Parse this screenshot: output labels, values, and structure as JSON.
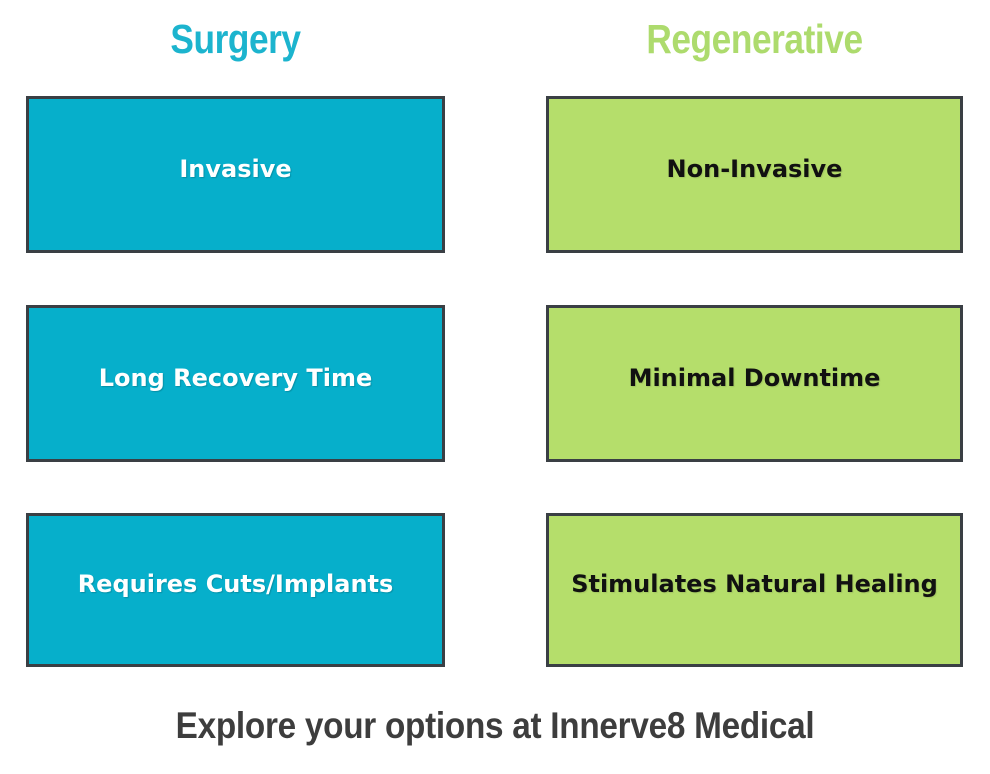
{
  "columns": {
    "left": {
      "title": "Surgery",
      "title_color": "#1CB4CE",
      "box_fill": "#06AFCB",
      "box_text_color": "#FFFFFF"
    },
    "right": {
      "title": "Regenerative",
      "title_color": "#ADDB6D",
      "box_fill": "#B5DE6B",
      "box_text_color": "#111111"
    }
  },
  "border_color": "#3A3F44",
  "background_color": "#FFFFFF",
  "rows": [
    {
      "left": "Invasive",
      "right": "Non-Invasive"
    },
    {
      "left": "Long Recovery Time",
      "right": "Minimal Downtime"
    },
    {
      "left": "Requires Cuts/Implants",
      "right": "Stimulates Natural Healing"
    }
  ],
  "footer": {
    "cta": "Explore your options at Innerve8 Medical",
    "color": "#3D3D3D"
  },
  "chart_data": {
    "type": "table",
    "title": "Surgery vs Regenerative comparison",
    "categories": [
      "Surgery",
      "Regenerative"
    ],
    "series": [
      {
        "name": "Surgery",
        "values": [
          "Invasive",
          "Long Recovery Time",
          "Requires Cuts/Implants"
        ]
      },
      {
        "name": "Regenerative",
        "values": [
          "Non-Invasive",
          "Minimal Downtime",
          "Stimulates Natural Healing"
        ]
      }
    ]
  }
}
